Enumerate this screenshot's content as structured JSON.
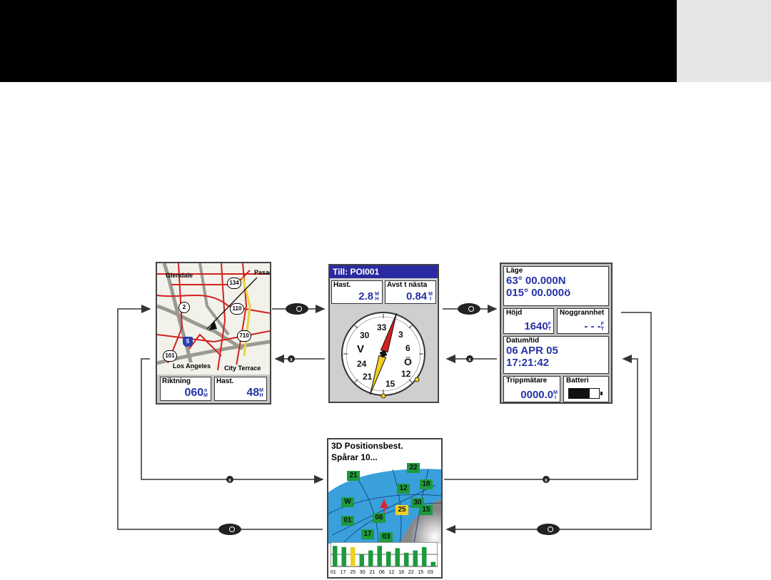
{
  "map_screen": {
    "places": [
      "Glendale",
      "Pasadena",
      "Los Angeles",
      "City Terrace"
    ],
    "shields": [
      "134",
      "2",
      "110",
      "710",
      "5",
      "101"
    ],
    "fields": [
      {
        "label": "Riktning",
        "value": "060",
        "unit_top": "o",
        "unit_bottom": "M"
      },
      {
        "label": "Hast.",
        "value": "48",
        "unit_top": "M",
        "unit_bottom": "H"
      }
    ]
  },
  "compass_screen": {
    "title": "Till: POI001",
    "fields": [
      {
        "label": "Hast.",
        "value": "2.8",
        "unit_top": "M",
        "unit_bottom": "H"
      },
      {
        "label": "Avst t nästa",
        "value": "0.84",
        "unit_top": "M",
        "unit_bottom": "I"
      }
    ],
    "dial": [
      "33",
      "3",
      "30",
      "6",
      "V",
      "Ö",
      "24",
      "12",
      "21",
      "15"
    ]
  },
  "trip_screen": {
    "position": {
      "label": "Läge",
      "lat": "63° 00.000N",
      "lon": "015° 00.000ö"
    },
    "altitude": {
      "label": "Höjd",
      "value": "1640",
      "unit_top": "F",
      "unit_bottom": "T"
    },
    "accuracy": {
      "label": "Noggrannhet",
      "value": "- - -",
      "unit_top": "F",
      "unit_bottom": "T"
    },
    "datetime": {
      "label": "Datum/tid",
      "date": "06 APR 05",
      "time": "17:21:42"
    },
    "odometer": {
      "label": "Trippmätare",
      "value": "0000.0",
      "unit_top": "M",
      "unit_bottom": "I"
    },
    "battery": {
      "label": "Batteri",
      "level": 0.7
    }
  },
  "satellite_screen": {
    "status_line1": "3D Positionsbest.",
    "status_line2": "Spårar 10...",
    "sats": [
      "21",
      "22",
      "18",
      "12",
      "30",
      "25",
      "15",
      "W",
      "01",
      "06",
      "17",
      "03"
    ],
    "compass_letters": [
      "W",
      "W"
    ],
    "bar_levels": [
      0.9,
      0.85,
      0.85,
      0.55,
      0.7,
      0.9,
      0.65,
      0.8,
      0.6,
      0.7,
      0.85,
      0.2
    ],
    "bar_labels": [
      "01",
      "17",
      "25",
      "30",
      "21",
      "06",
      "12",
      "18",
      "22",
      "15",
      "03"
    ]
  },
  "colors": {
    "value_blue": "#2733a6",
    "sat_green": "#1d9a3e",
    "sat_yellow": "#f0d020",
    "map_road": "#d42020",
    "title_blue": "#2a2aa0"
  }
}
